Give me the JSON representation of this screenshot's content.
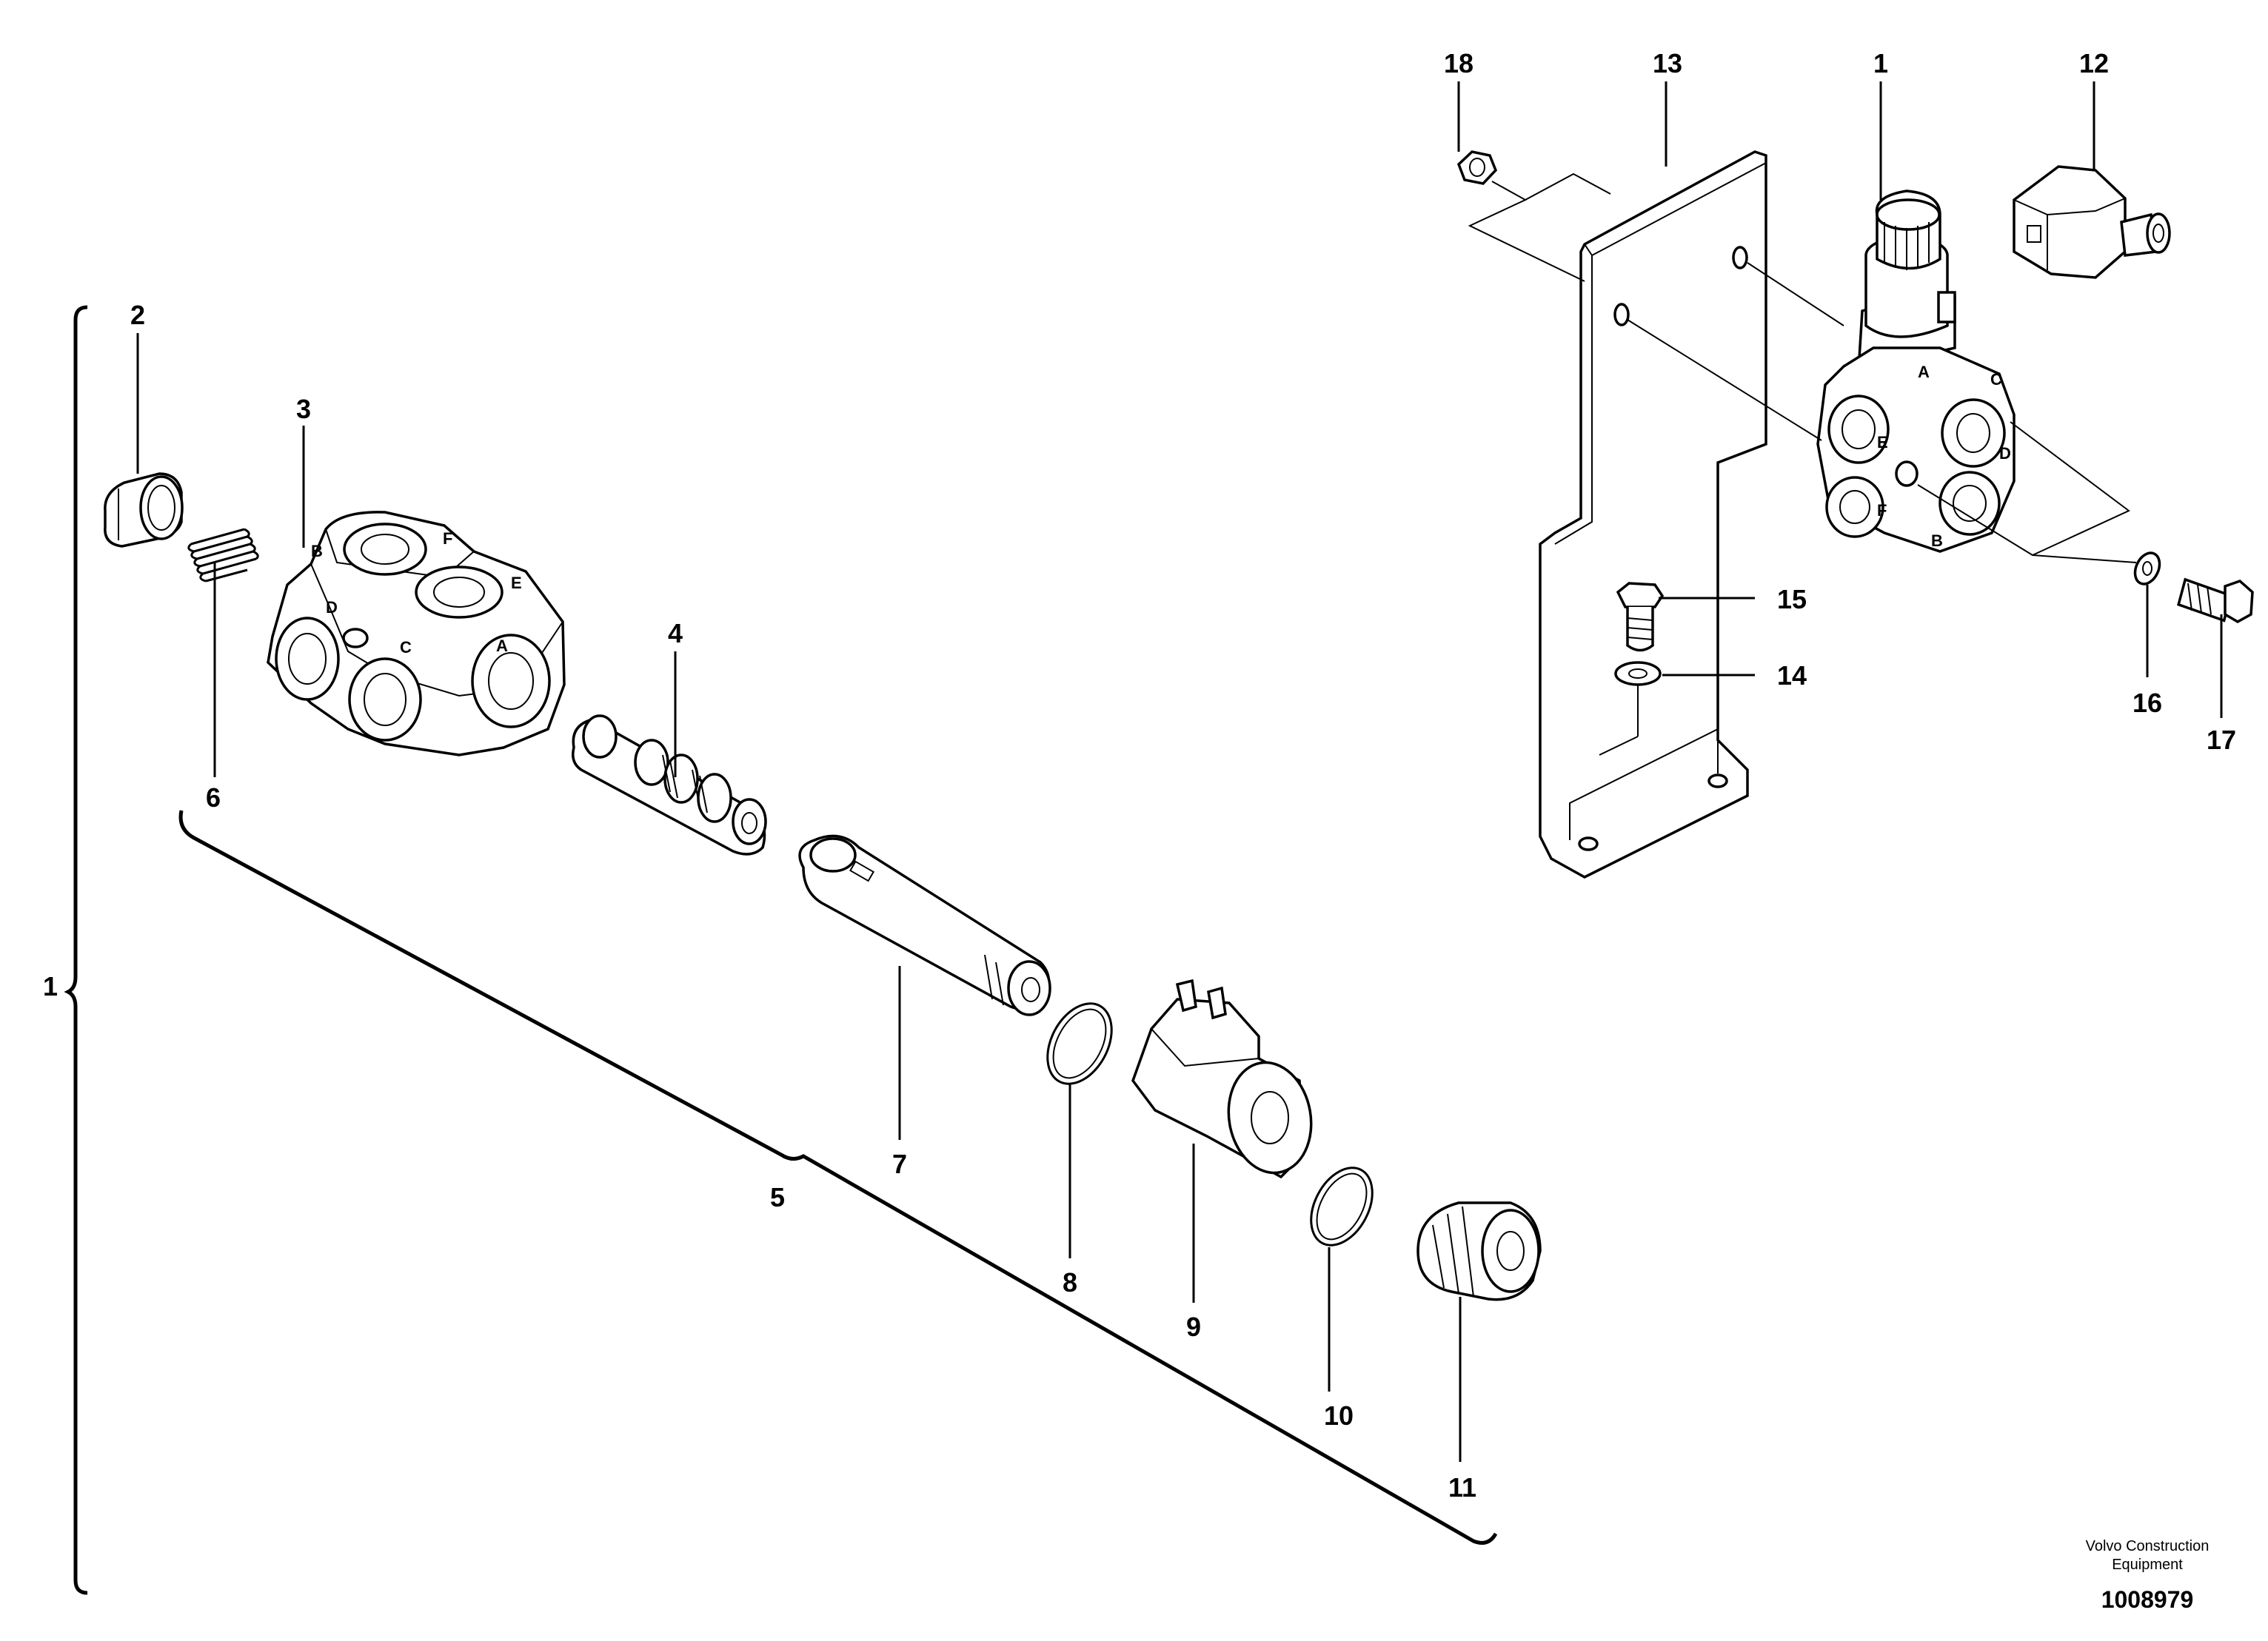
{
  "diagram": {
    "callouts": [
      "1",
      "2",
      "3",
      "4",
      "5",
      "6",
      "7",
      "8",
      "9",
      "10",
      "11",
      "12",
      "13",
      "14",
      "15",
      "16",
      "17",
      "18"
    ],
    "valve_ports": [
      "A",
      "B",
      "C",
      "D",
      "E",
      "F"
    ],
    "credit_line1": "Volvo Construction",
    "credit_line2": "Equipment",
    "document_number": "1008979"
  }
}
